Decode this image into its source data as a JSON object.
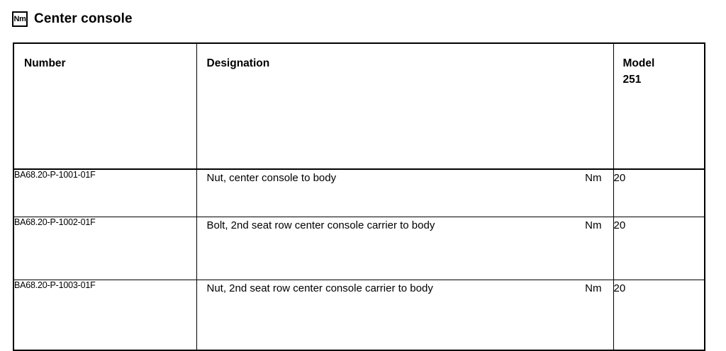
{
  "header": {
    "unit_badge": "Nm",
    "badge_icon_name": "newton-meter-icon",
    "title": "Center console"
  },
  "table": {
    "columns": [
      {
        "key": "number",
        "label": "Number"
      },
      {
        "key": "designation",
        "label": "Designation"
      },
      {
        "key": "model",
        "label": "Model",
        "label_line2": "251"
      }
    ],
    "rows": [
      {
        "number": "BA68.20-P-1001-01F",
        "designation": "Nut, center console to body",
        "unit": "Nm",
        "model_251": "20"
      },
      {
        "number": "BA68.20-P-1002-01F",
        "designation": "Bolt, 2nd seat row center console carrier to body",
        "unit": "Nm",
        "model_251": "20"
      },
      {
        "number": "BA68.20-P-1003-01F",
        "designation": "Nut, 2nd seat row center console carrier to body",
        "unit": "Nm",
        "model_251": "20"
      }
    ]
  },
  "colors": {
    "text": "#000000",
    "background": "#ffffff",
    "border": "#000000"
  }
}
